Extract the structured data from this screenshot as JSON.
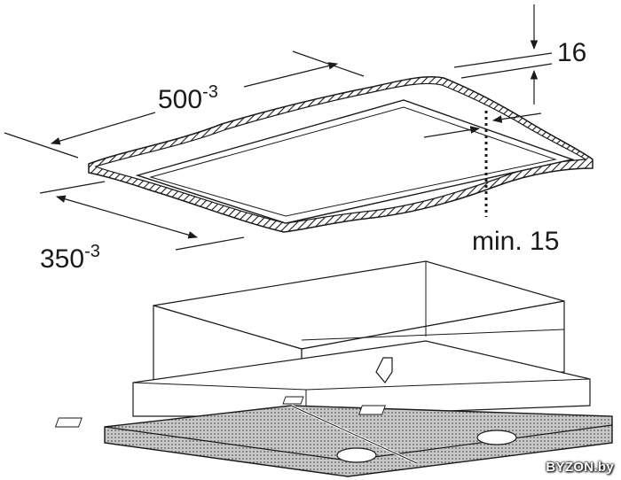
{
  "dimensions": {
    "width_label": "500",
    "width_tolerance": "-3",
    "depth_label": "350",
    "depth_tolerance": "-3",
    "thickness_label": "16",
    "clearance_label": "min. 15"
  },
  "watermark": "BYZON.by",
  "colors": {
    "line": "#1a1a1a",
    "filter_mesh": "#9a9a9a",
    "cabinet_fill": "#ffffff"
  }
}
